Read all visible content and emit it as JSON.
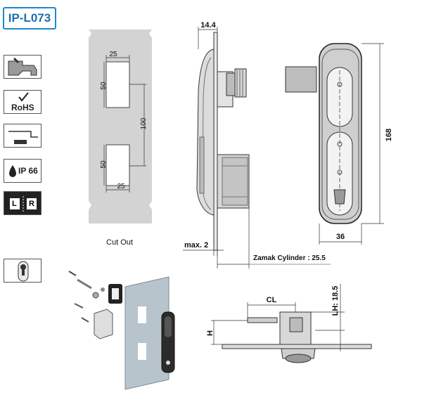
{
  "header": {
    "product_code": "IP-L073"
  },
  "feature_icons": [
    {
      "name": "mounting-profile-icon"
    },
    {
      "name": "rohs-icon",
      "text": "RoHS"
    },
    {
      "name": "panel-step-icon"
    },
    {
      "name": "ip66-icon",
      "text": "IP 66"
    },
    {
      "name": "left-right-icon",
      "left": "L",
      "right": "R"
    },
    {
      "name": "cylinder-icon"
    }
  ],
  "cutout": {
    "caption": "Cut Out",
    "dims": {
      "slot_width_top": "25",
      "slot_height_top": "50",
      "slot_spacing": "100",
      "slot_height_bottom": "50",
      "slot_width_bottom": "25"
    }
  },
  "side_view": {
    "depth": "14.4",
    "panel_max": "max. 2",
    "cylinder_note": "Zamak Cylinder : 25.5"
  },
  "front_view": {
    "height": "168",
    "width": "36"
  },
  "detail_view": {
    "cl": "CL",
    "lh": "LH: 18.5",
    "h": "H"
  },
  "colors": {
    "brand_blue": "#1e88c8",
    "line": "#333333",
    "cutout_gray": "#d3d3d3"
  }
}
